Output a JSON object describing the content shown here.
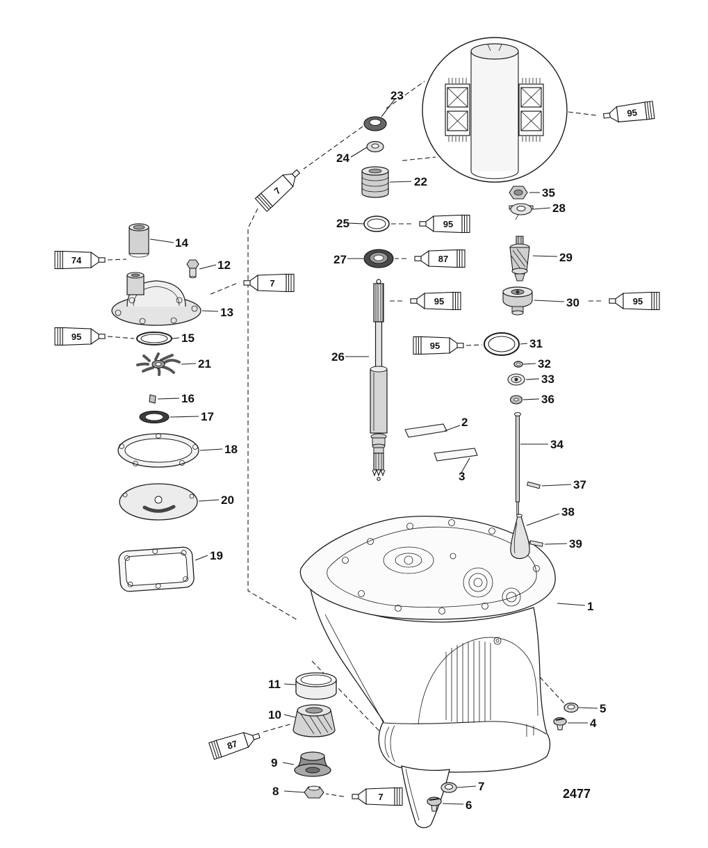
{
  "diagram": {
    "drawing_number": "2477",
    "callouts": [
      "1",
      "2",
      "3",
      "4",
      "5",
      "6",
      "7",
      "8",
      "9",
      "10",
      "11",
      "12",
      "13",
      "14",
      "15",
      "16",
      "17",
      "18",
      "19",
      "20",
      "21",
      "22",
      "23",
      "24",
      "25",
      "26",
      "27",
      "28",
      "29",
      "30",
      "31",
      "32",
      "33",
      "34",
      "35",
      "36",
      "37",
      "38",
      "39"
    ],
    "tube_labels": [
      "7",
      "95",
      "74",
      "7",
      "95",
      "95",
      "87",
      "95",
      "95",
      "95",
      "87",
      "7"
    ]
  }
}
